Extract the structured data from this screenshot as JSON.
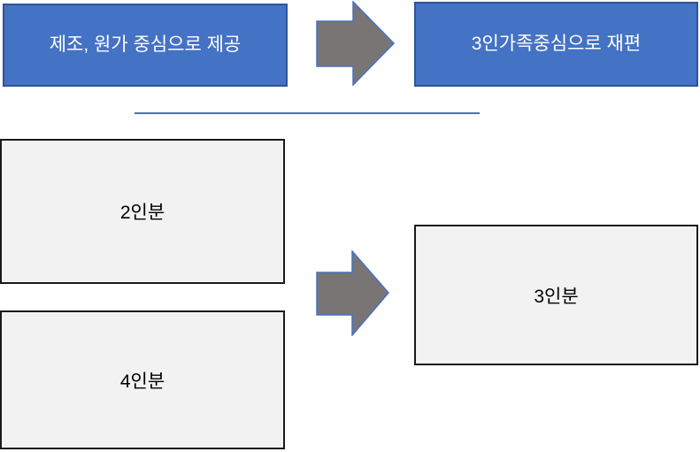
{
  "top_row": {
    "before_label": "제조, 원가 중심으로 제공",
    "after_label": "3인가족중심으로 재편"
  },
  "bottom_group": {
    "source_boxes": [
      {
        "label": "2인분"
      },
      {
        "label": "4인분"
      }
    ],
    "result_box": {
      "label": "3인분"
    }
  },
  "icons": {
    "top_arrow": "right-block-arrow",
    "middle_arrow": "right-block-arrow"
  },
  "colors": {
    "blue_box_fill": "#4472C4",
    "blue_box_border": "#2F5597",
    "blue_box_text": "#FFFFFF",
    "gray_box_fill": "#F2F2F2",
    "gray_box_border": "#1A1A1A",
    "gray_box_text": "#000000",
    "arrow_fill": "#7A7575",
    "arrow_outline": "#4472C4",
    "divider_line": "#4472C4",
    "background": "#FFFFFF"
  }
}
